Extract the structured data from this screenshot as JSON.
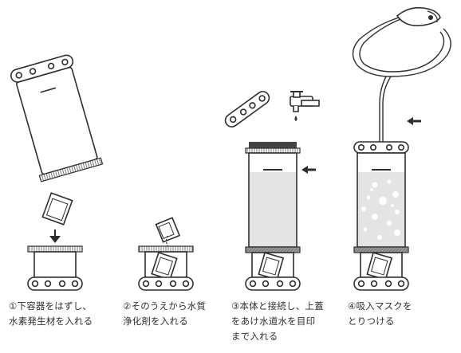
{
  "steps": [
    {
      "lines": [
        "①下容器をはずし、",
        "水素発生材を入れる"
      ]
    },
    {
      "lines": [
        "②そのうえから水質",
        "浄化剤を入れる"
      ]
    },
    {
      "lines": [
        "③本体と接続し、上蓋",
        "をあけ水道水を目印",
        "まで入れる"
      ]
    },
    {
      "lines": [
        "④吸入マスクを",
        "とりつける"
      ]
    }
  ],
  "colors": {
    "line": "#2e2e2e",
    "water": "#e4e4e4",
    "bubble": "#ffffff",
    "band": "#bdbdbd",
    "dark_band": "#444444"
  }
}
